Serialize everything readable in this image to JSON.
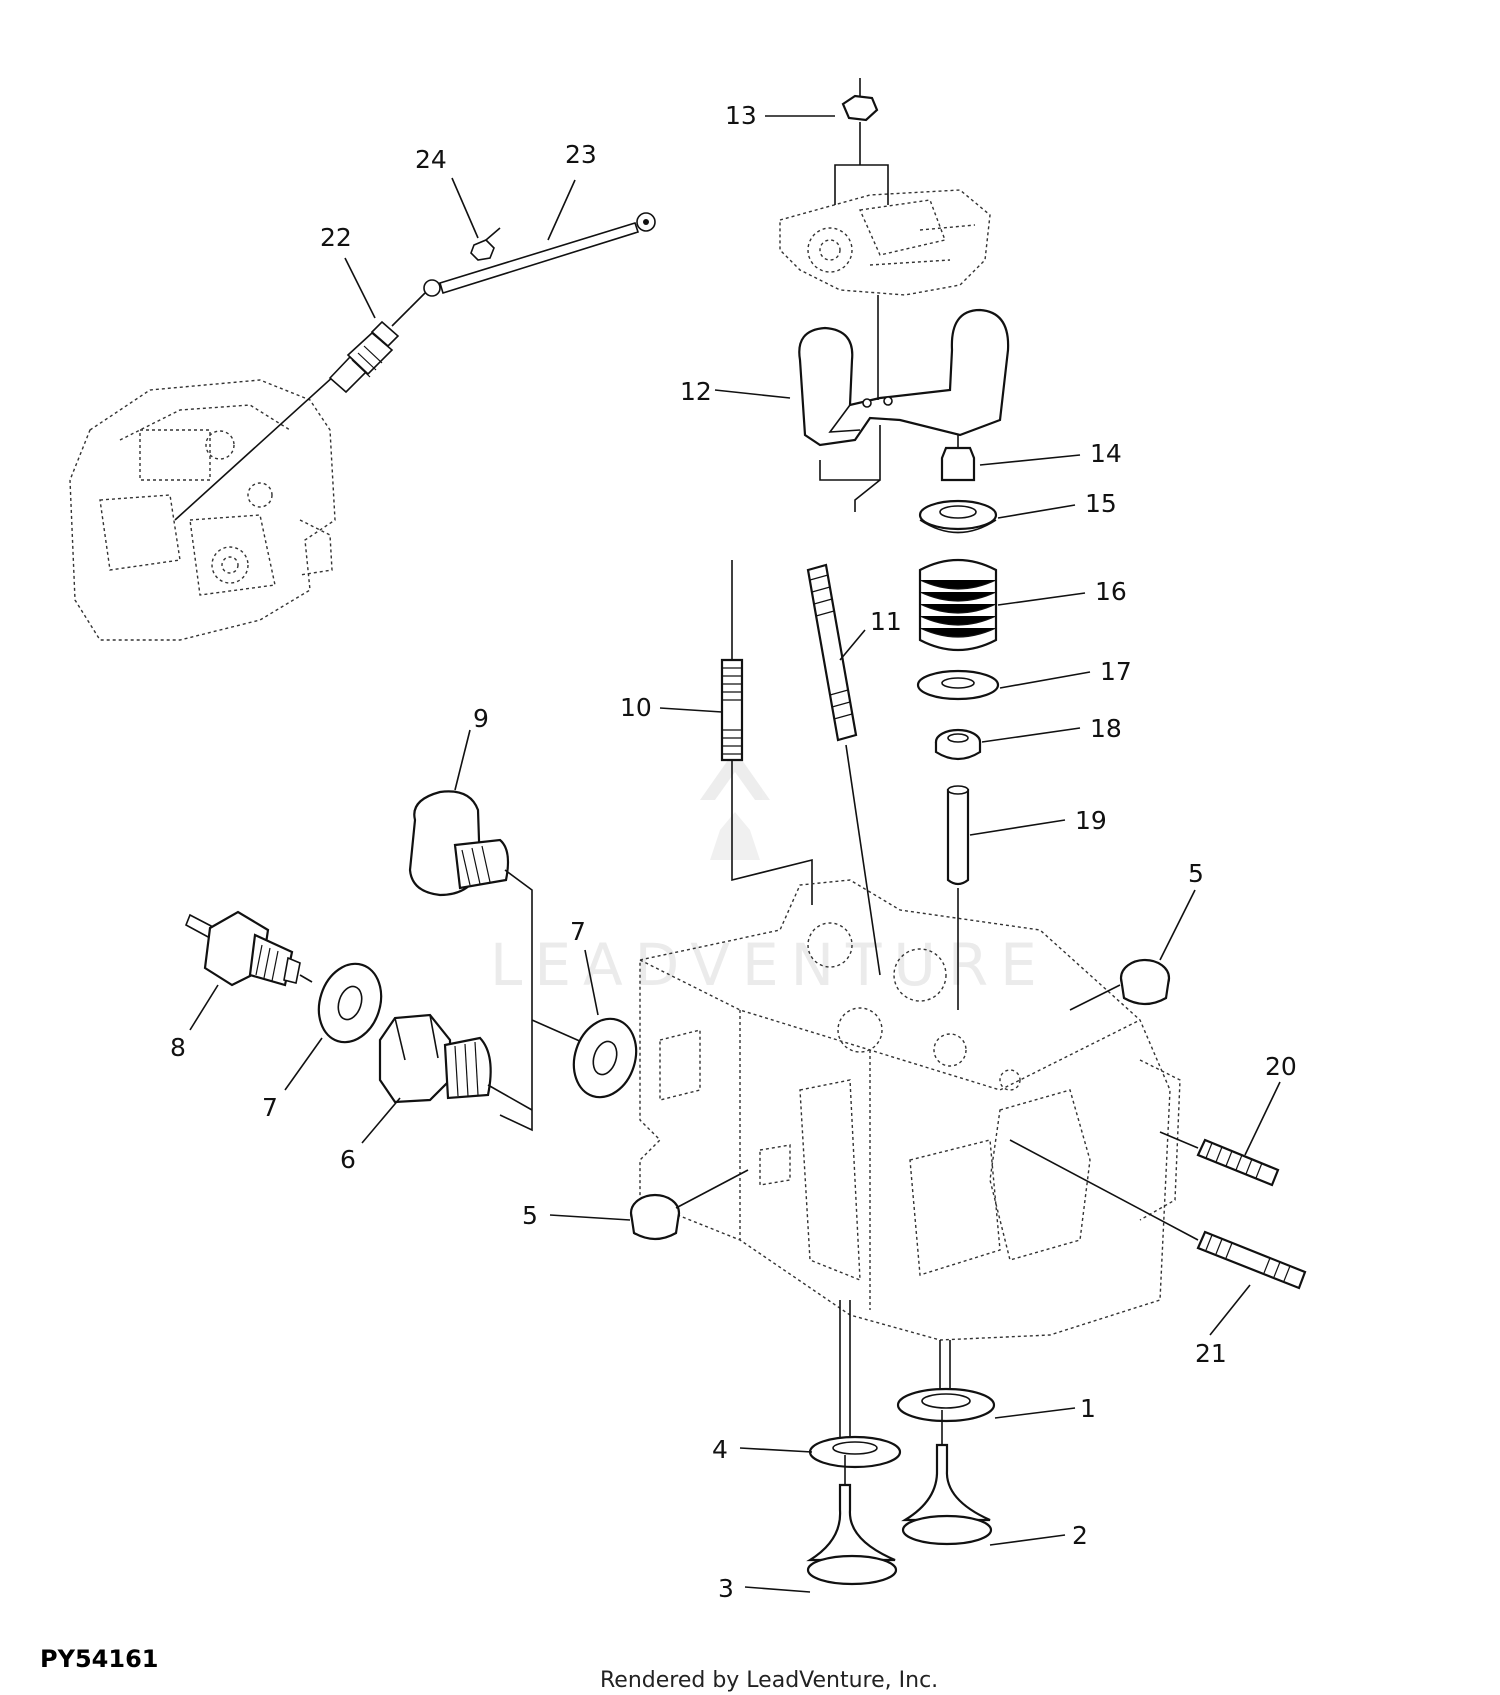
{
  "figure_id": "PY54161",
  "credit": "Rendered by LeadVenture, Inc.",
  "watermark": "LEADVENTURE",
  "callouts": {
    "c1": "1",
    "c2": "2",
    "c3": "3",
    "c4": "4",
    "c5a": "5",
    "c5b": "5",
    "c6": "6",
    "c7a": "7",
    "c7b": "7",
    "c8": "8",
    "c9": "9",
    "c10": "10",
    "c11": "11",
    "c12": "12",
    "c13": "13",
    "c14": "14",
    "c15": "15",
    "c16": "16",
    "c17": "17",
    "c18": "18",
    "c19": "19",
    "c20": "20",
    "c21": "21",
    "c22": "22",
    "c23": "23",
    "c24": "24"
  }
}
